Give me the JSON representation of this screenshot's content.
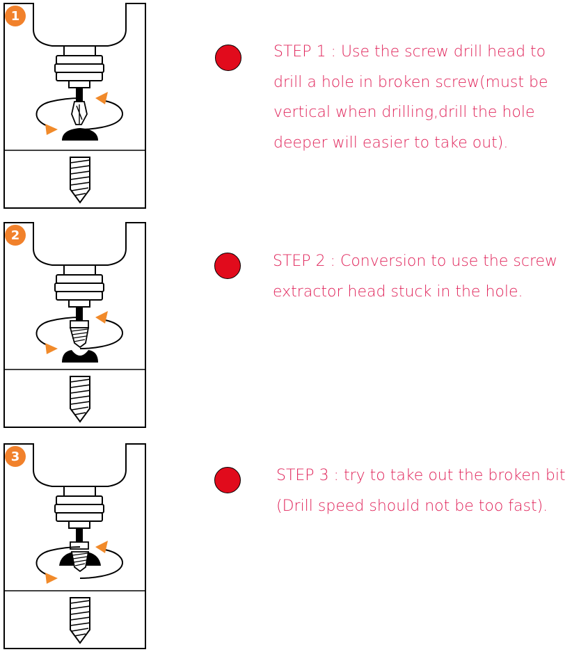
{
  "colors": {
    "text": "#e0245a",
    "bullet": "#e10b1c",
    "badge": "#f1812b",
    "arrow": "#f18a2a",
    "outline": "#000000",
    "drill_body": "#ffffff"
  },
  "steps": [
    {
      "number": "1",
      "lines": [
        "STEP 1 : Use the screw drill head to",
        "drill a hole in broken screw(must be",
        "vertical when drilling,drill the hole",
        "deeper will easier to take out)."
      ]
    },
    {
      "number": "2",
      "lines": [
        "STEP 2 : Conversion to use the screw",
        "extractor head stuck in the hole."
      ]
    },
    {
      "number": "3",
      "lines": [
        "STEP 3 : try to take out the broken bit",
        "(Drill speed should not be too fast)."
      ]
    }
  ]
}
